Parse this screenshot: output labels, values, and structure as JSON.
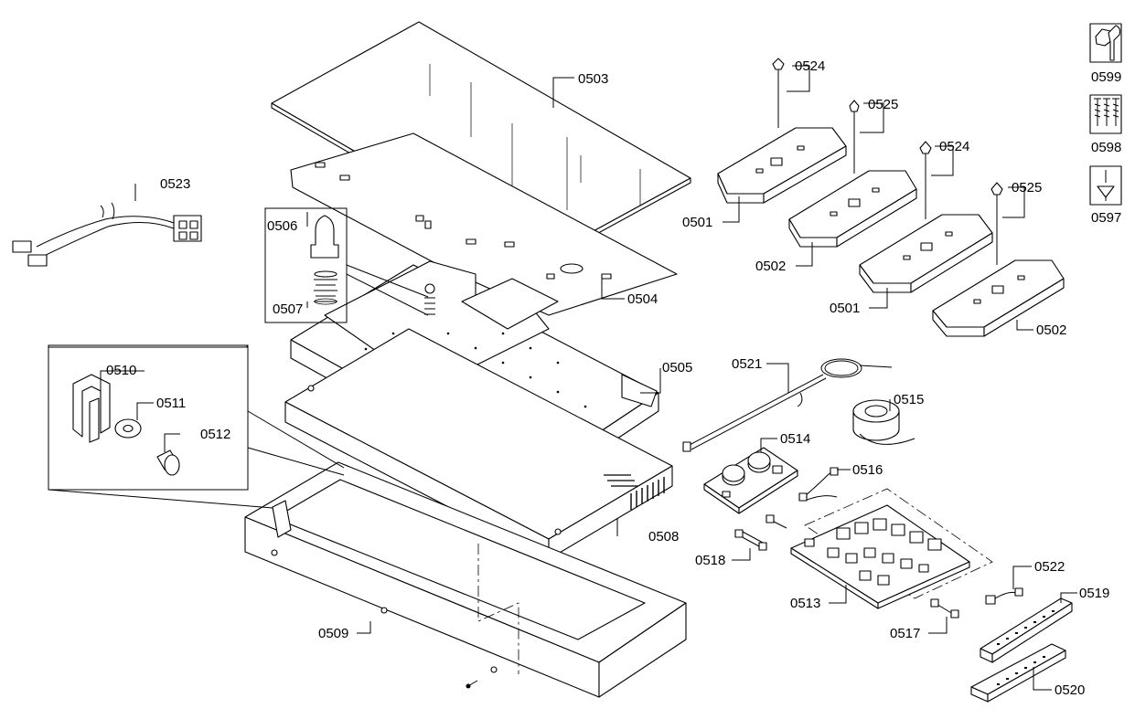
{
  "parts": {
    "p0503": "0503",
    "p0504": "0504",
    "p0505": "0505",
    "p0506": "0506",
    "p0507": "0507",
    "p0508": "0508",
    "p0509": "0509",
    "p0510": "0510",
    "p0511": "0511",
    "p0512": "0512",
    "p0523": "0523",
    "p0501a": "0501",
    "p0501b": "0501",
    "p0502a": "0502",
    "p0502b": "0502",
    "p0524a": "0524",
    "p0524b": "0524",
    "p0525a": "0525",
    "p0525b": "0525",
    "p0521": "0521",
    "p0515": "0515",
    "p0514": "0514",
    "p0516": "0516",
    "p0518": "0518",
    "p0513": "0513",
    "p0517": "0517",
    "p0522": "0522",
    "p0519": "0519",
    "p0520": "0520"
  },
  "kits": {
    "k0599": "0599",
    "k0598": "0598",
    "k0597": "0597"
  },
  "icons": {
    "k0599": "nut-wrench-icon",
    "k0598": "screws-icon",
    "k0597": "screwdriver-icon"
  }
}
